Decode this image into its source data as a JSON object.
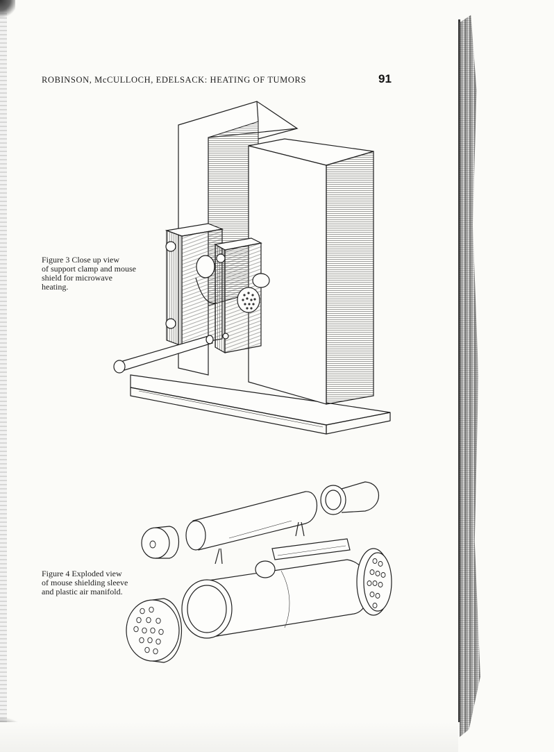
{
  "header": {
    "running_title": "ROBINSON, McCULLOCH, EDELSACK: HEATING OF TUMORS",
    "page_number": "91"
  },
  "figures": [
    {
      "id": "figure-3",
      "caption": "Figure 3   Close up view\nof support clamp and mouse\nshield for microwave\nheating."
    },
    {
      "id": "figure-4",
      "caption": "Figure 4   Exploded view\nof mouse shielding sleeve\nand plastic air manifold."
    }
  ]
}
